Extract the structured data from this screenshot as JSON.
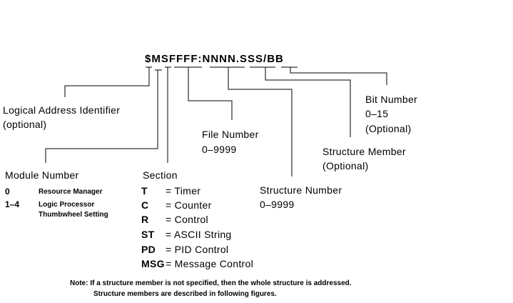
{
  "address_format": {
    "prefix": "$",
    "module": "M",
    "section": "S",
    "file": "FFFF",
    "colon": ":",
    "structure": "NNNN",
    "dot": ".",
    "member": "SSS",
    "slash": "/",
    "bit": "BB"
  },
  "logical_address": {
    "label": "Logical Address Identifier",
    "note": "(optional)"
  },
  "bit_number": {
    "label": "Bit Number",
    "range": "0–15",
    "note": "(Optional)"
  },
  "file_number": {
    "label": "File Number",
    "range": "0–9999"
  },
  "structure_member": {
    "label": "Structure Member",
    "note": "(Optional)"
  },
  "structure_number": {
    "label": "Structure Number",
    "range": "0–9999"
  },
  "module_number": {
    "label": "Module Number",
    "items": [
      {
        "code": "0",
        "desc": "Resource Manager"
      },
      {
        "code": "1–4",
        "desc": "Logic Processor"
      },
      {
        "code": "",
        "desc": "Thumbwheel Setting"
      }
    ]
  },
  "section": {
    "label": "Section",
    "items": [
      {
        "code": "T",
        "desc": "= Timer"
      },
      {
        "code": "C",
        "desc": "= Counter"
      },
      {
        "code": "R",
        "desc": "= Control"
      },
      {
        "code": "ST",
        "desc": "= ASCII String"
      },
      {
        "code": "PD",
        "desc": "= PID Control"
      },
      {
        "code": "MSG",
        "desc": "= Message Control"
      }
    ]
  },
  "note": {
    "line1": "Note: If a structure member is not specified, then the whole structure is addressed.",
    "line2": "Structure members are described in following figures."
  }
}
